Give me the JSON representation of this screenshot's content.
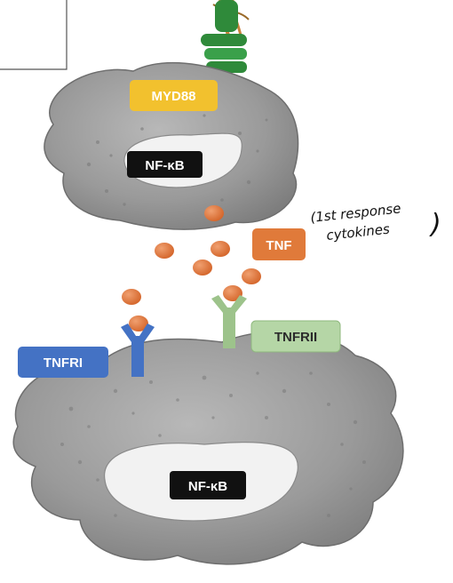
{
  "labels": {
    "myd88": "MYD88",
    "nfkb_top": "NF-κB",
    "tnf": "TNF",
    "tnfri": "TNFRI",
    "tnfrii": "TNFRII",
    "nfkb_bottom": "NF-κB"
  },
  "annotation": {
    "line1": "(1st response",
    "line2": "cytokines",
    "bracket": ")"
  },
  "colors": {
    "cell_gray": "#9c9c9c",
    "cell_edge": "#6e6e6e",
    "nucleus_white": "#f2f2f2",
    "myd88_yellow": "#f2c12e",
    "tnf_orange": "#e07a3a",
    "tnfri_blue": "#4472c4",
    "tnfrii_green": "#9dc38b",
    "receptor_green_dark": "#3a8a3a",
    "nfkb_black": "#111111"
  }
}
